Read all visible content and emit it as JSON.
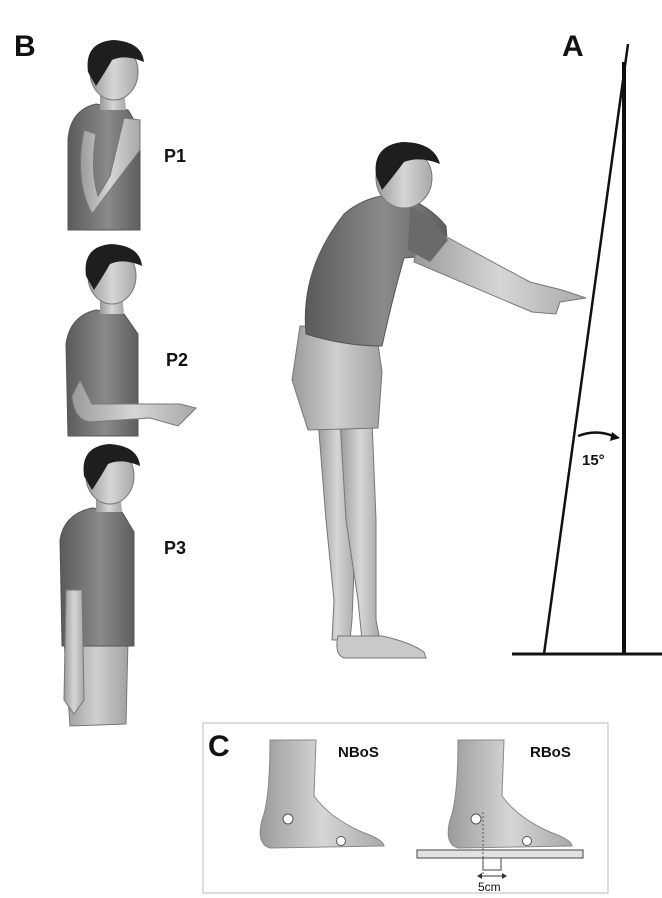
{
  "panels": {
    "a": {
      "label": "A",
      "angle": "15°"
    },
    "b": {
      "label": "B",
      "positions": [
        {
          "label": "P1"
        },
        {
          "label": "P2"
        },
        {
          "label": "P3"
        }
      ]
    },
    "c": {
      "label": "C",
      "conditions": [
        {
          "label": "NBoS"
        },
        {
          "label": "RBoS"
        }
      ],
      "measure": "5cm"
    }
  },
  "colors": {
    "ink": "#111111",
    "shirt": "#6e6e6e",
    "skin": "#bdbdbd",
    "panel_border": "#bbbbbb"
  }
}
